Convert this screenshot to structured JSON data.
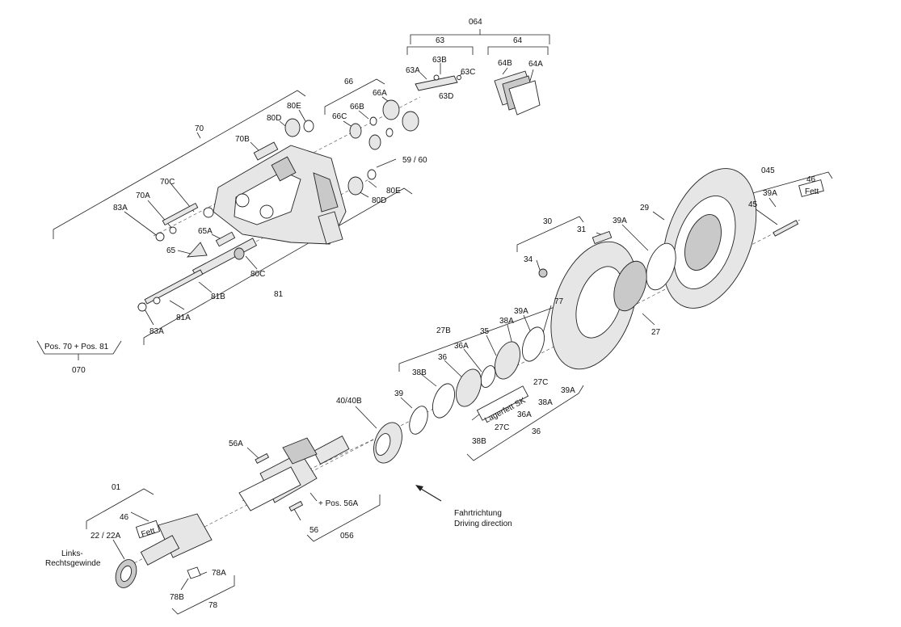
{
  "labels": {
    "p064": "064",
    "p63": "63",
    "p64": "64",
    "p63A": "63A",
    "p63B": "63B",
    "p63C": "63C",
    "p63D": "63D",
    "p64A": "64A",
    "p64B": "64B",
    "p66": "66",
    "p66A": "66A",
    "p66B": "66B",
    "p66C": "66C",
    "p70": "70",
    "p70A": "70A",
    "p70B": "70B",
    "p70C": "70C",
    "p80C": "80C",
    "p80D_top": "80D",
    "p80E_top": "80E",
    "p80D_bot": "80D",
    "p80E_bot": "80E",
    "p59_60": "59 / 60",
    "p83A_top": "83A",
    "p83A_bot": "83A",
    "p65A": "65A",
    "p65": "65",
    "p81": "81",
    "p81A": "81A",
    "p81B": "81B",
    "p070": "070",
    "pos70_81": "Pos. 70 + Pos. 81",
    "p045": "045",
    "p46_right": "46",
    "p39A_right": "39A",
    "p45": "45",
    "fett_right": "Fett",
    "p29": "29",
    "p39A_mid": "39A",
    "p30": "30",
    "p31": "31",
    "p34": "34",
    "p27": "27",
    "p77": "77",
    "p39A_ring": "39A",
    "p38A": "38A",
    "p35": "35",
    "p36A": "36A",
    "p27B": "27B",
    "p36": "36",
    "p38B": "38B",
    "p39": "39",
    "p27C_a": "27C",
    "p39A_list": "39A",
    "p38A_list": "38A",
    "p36A_list": "36A",
    "p27C_b": "27C",
    "p38B_list": "38B",
    "p36_list": "36",
    "lagerfett": "Lagerfett SK",
    "p40_40B": "40/40B",
    "p56A": "56A",
    "pos56A": "+ Pos. 56A",
    "p56": "56",
    "p056": "056",
    "fahrtrichtung": "Fahrtrichtung",
    "driving_direction": "Driving direction",
    "p01": "01",
    "p46_left": "46",
    "fett_left": "Fett",
    "p22_22A": "22 / 22A",
    "links": "Links-",
    "rechtsgewinde": "Rechtsgewinde",
    "p78A": "78A",
    "p78B": "78B",
    "p78": "78"
  }
}
